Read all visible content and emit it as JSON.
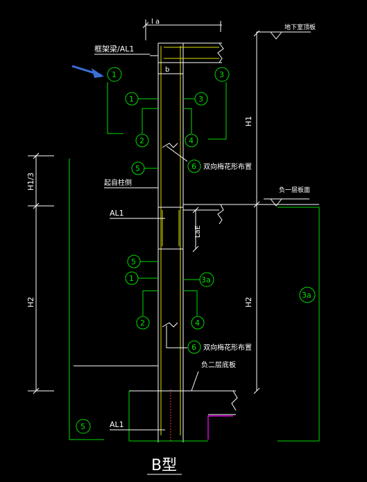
{
  "title": "B型",
  "labels": {
    "top_dim": "l a",
    "basement_roof": "地下室顶板",
    "frame_beam": "框架梁/AL1",
    "b": "b",
    "h1": "H1",
    "h1_3": "H1/3",
    "h2_left": "H2",
    "h2_right": "H2",
    "double_plum": "双向梅花形布置",
    "double_plum_2": "双向梅花形布置",
    "start_column_face": "起自柱侧",
    "minus_one_floor": "负一层板面",
    "al1_mid": "AL1",
    "lae": "LaE",
    "minus_two_base": "负二层底板",
    "al1_bottom": "AL1"
  },
  "markers": {
    "m1_top": "1",
    "m3_top": "3",
    "m1_a": "1",
    "m3_a": "3",
    "m2_a": "2",
    "m4_a": "4",
    "m5_a": "5",
    "m6_a": "6",
    "m5_b": "5",
    "m1_b": "1",
    "m3a_b": "3a",
    "m3a_right": "3a",
    "m2_b": "2",
    "m4_b": "4",
    "m6_b": "6",
    "m5_bottom": "5"
  },
  "colors": {
    "background": "#000000",
    "line_green": "#00dd00",
    "line_white": "#ffffff",
    "arrow_blue": "#3a6fd8",
    "hatch_magenta": "#e000e0",
    "dash_red": "#ff3030"
  }
}
